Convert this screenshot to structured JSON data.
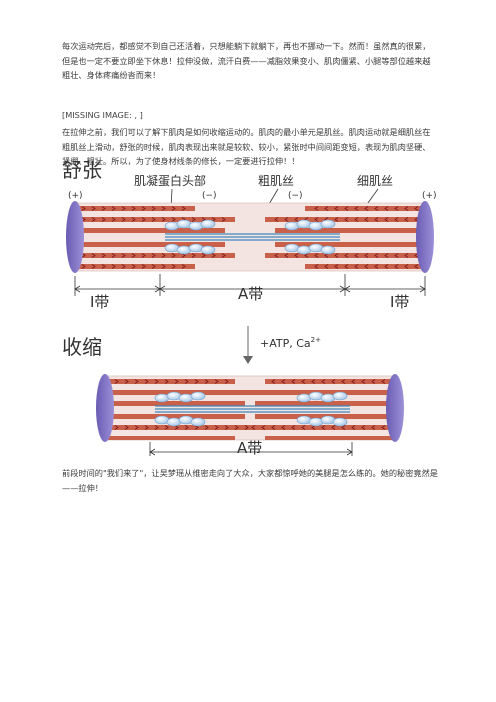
{
  "paragraphs": {
    "p1": "每次运动完后，都感觉不到自己还活着，只想能躺下就躺下，再也不挪动一下。然而！虽然真的很累，但是也一定不要立即坐下休息！拉伸没做，流汗白费——减脂效果变小、肌肉僵紧、小腿等部位越来越粗壮、身体疼痛纷沓而来！",
    "p2": "[MISSING IMAGE: , ]",
    "p3": "在拉伸之前，我们可以了解下肌肉是如何收缩运动的。肌肉的最小单元是肌丝。肌肉运动就是细肌丝在粗肌丝上滑动，舒张的时候，肌肉表现出来就是较软、较小，紧张时中间间距变短，表现为肌肉坚硬、紧绷、粗壮。所以，为了使身材线条的修长，一定要进行拉伸！！",
    "p4": "前段时间的\"我们来了\"，让吴梦瑶从维密走向了大众，大家都惊呼她的美腿是怎么练的。她的秘密竟然是——拉伸！"
  },
  "figure": {
    "relax_title": "舒张",
    "contract_title": "收缩",
    "myosin_head": "肌凝蛋白头部",
    "thick_filament": "粗肌丝",
    "thin_filament": "细肌丝",
    "plus": "(+)",
    "minus": "(−)",
    "i_band": "I带",
    "a_band": "A带",
    "atp": "+ATP, Ca",
    "atp_sup": "2+",
    "colors": {
      "disc": "#7b6bc0",
      "thin": "#c8604a",
      "thick": "#4a8fbf",
      "arrow": "#8a1f1f"
    }
  }
}
